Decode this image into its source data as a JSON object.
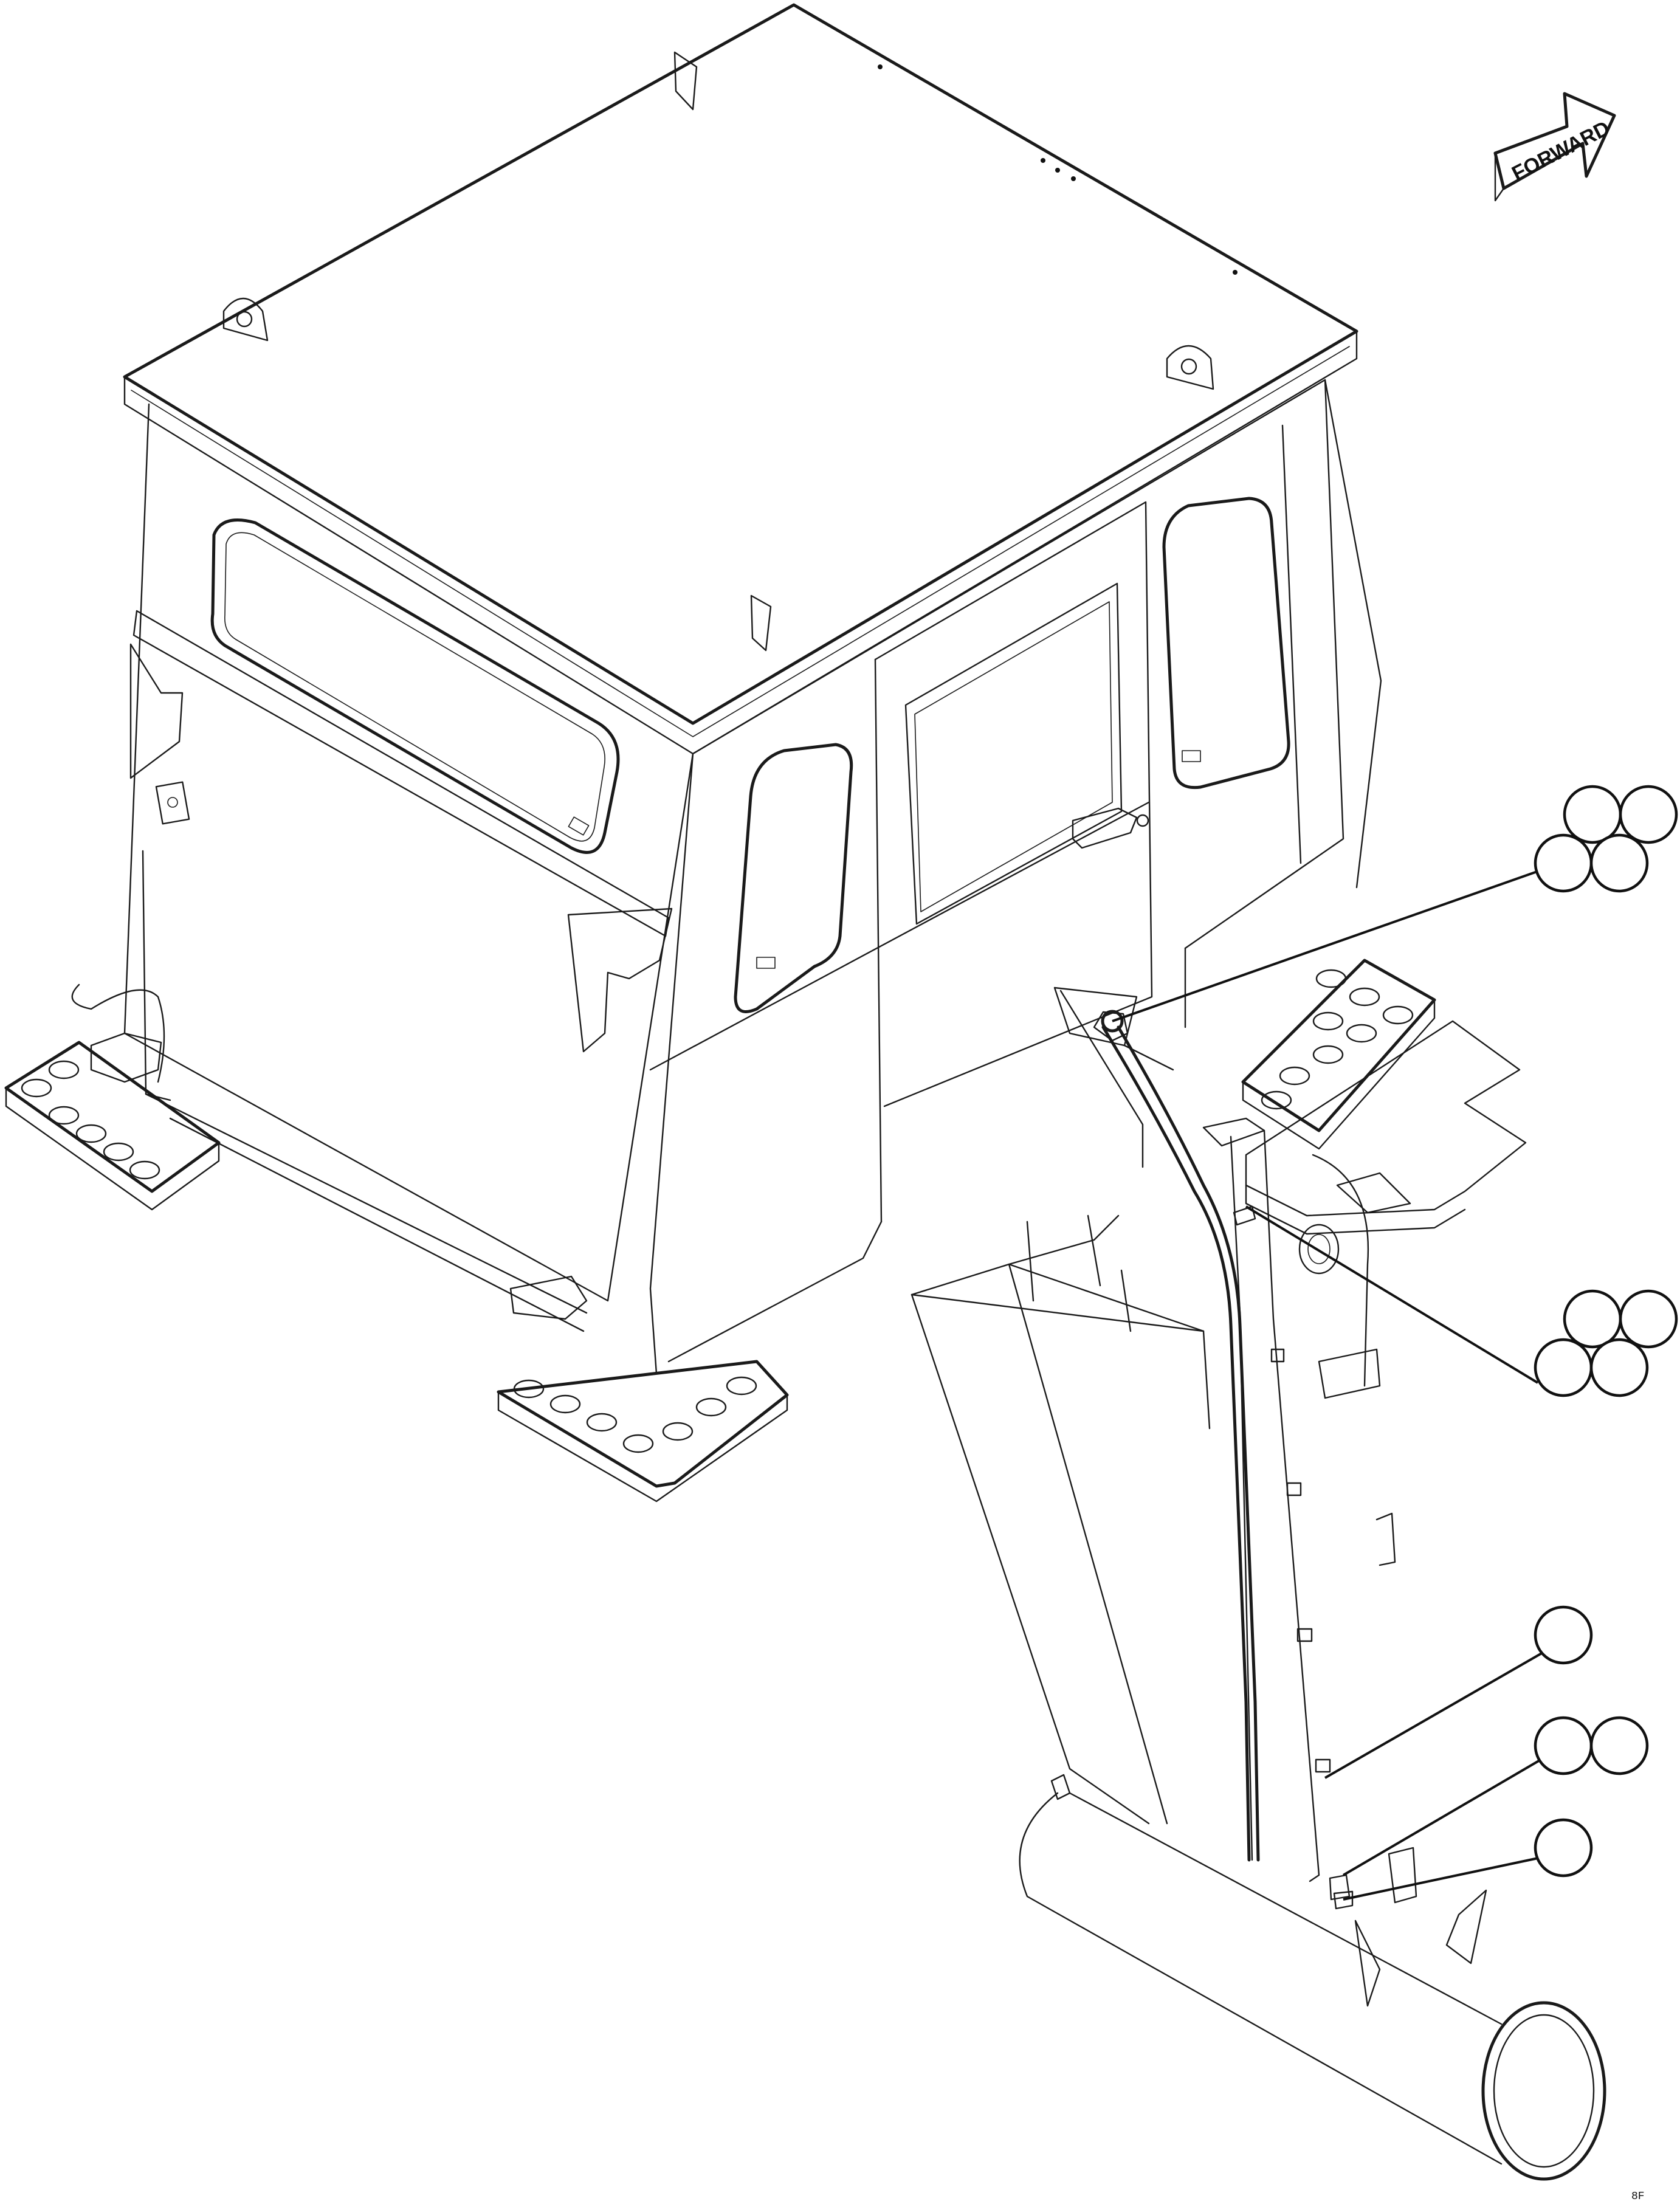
{
  "diagram": {
    "forward_label": "FORWARD",
    "reference_mark": "8F",
    "balloons": [
      {
        "group": "upper-cluster",
        "count": 4,
        "text": ""
      },
      {
        "group": "middle-cluster",
        "count": 4,
        "text": ""
      },
      {
        "group": "lower-single",
        "count": 1,
        "text": ""
      },
      {
        "group": "lower-pair",
        "count": 2,
        "text": ""
      },
      {
        "group": "bottom-single",
        "count": 1,
        "text": ""
      }
    ]
  }
}
